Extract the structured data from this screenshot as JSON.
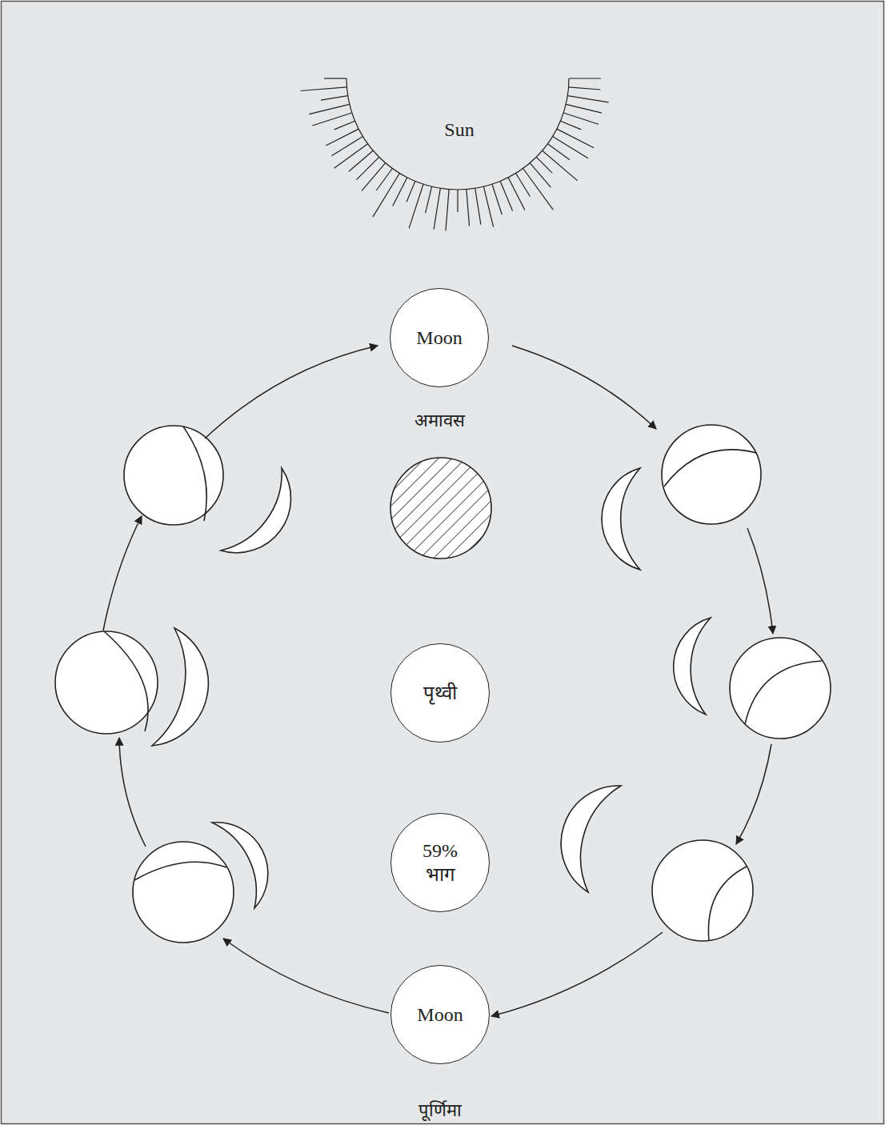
{
  "diagram": {
    "nodes": [
      {
        "text": [
          "Moon",
          "अमावस"
        ]
      },
      {
        "text": [
          "पृथ्वी"
        ]
      },
      {
        "text": [
          "59% भाग"
        ]
      },
      {
        "text": [
          "Moon",
          "पूर्णिमा"
        ]
      }
    ],
    "labels": [
      "Sun"
    ]
  }
}
